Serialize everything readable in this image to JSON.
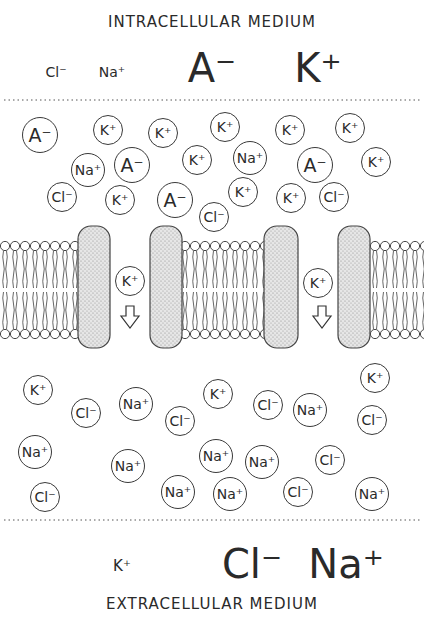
{
  "diagram": {
    "nodes": [
      {
        "text": [
          "A⁻"
        ]
      },
      {
        "text": [
          "K⁺"
        ]
      },
      {
        "text": [
          "K⁺"
        ]
      },
      {
        "text": [
          "K⁺"
        ]
      },
      {
        "text": [
          "K⁺"
        ]
      },
      {
        "text": [
          "K⁺"
        ]
      },
      {
        "text": [
          "Na⁺"
        ]
      },
      {
        "text": [
          "A⁻"
        ]
      },
      {
        "text": [
          "K⁺"
        ]
      },
      {
        "text": [
          "Na⁺"
        ]
      },
      {
        "text": [
          "A⁻"
        ]
      },
      {
        "text": [
          "K⁺"
        ]
      },
      {
        "text": [
          "Cl⁻"
        ]
      },
      {
        "text": [
          "K⁺"
        ]
      },
      {
        "text": [
          "A⁻"
        ]
      },
      {
        "text": [
          "Cl⁻"
        ]
      },
      {
        "text": [
          "K⁺"
        ]
      },
      {
        "text": [
          "K⁺"
        ]
      },
      {
        "text": [
          "Cl⁻"
        ]
      },
      {
        "text": [
          "K⁺"
        ]
      },
      {
        "text": [
          "K⁺"
        ]
      },
      {
        "text": [
          "K⁺"
        ]
      },
      {
        "text": [
          "K⁺"
        ]
      },
      {
        "text": [
          "Cl⁻"
        ]
      },
      {
        "text": [
          "Na⁺"
        ]
      },
      {
        "text": [
          "Cl⁻"
        ]
      },
      {
        "text": [
          "K⁺"
        ]
      },
      {
        "text": [
          "Cl⁻"
        ]
      },
      {
        "text": [
          "Na⁺"
        ]
      },
      {
        "text": [
          "Cl⁻"
        ]
      },
      {
        "text": [
          "Na⁺"
        ]
      },
      {
        "text": [
          "Na⁺"
        ]
      },
      {
        "text": [
          "Na⁺"
        ]
      },
      {
        "text": [
          "Na⁺"
        ]
      },
      {
        "text": [
          "Cl⁻"
        ]
      },
      {
        "text": [
          "Cl⁻"
        ]
      },
      {
        "text": [
          "Na⁺"
        ]
      },
      {
        "text": [
          "Na⁺"
        ]
      },
      {
        "text": [
          "Cl⁻"
        ]
      },
      {
        "text": [
          "Na⁺"
        ]
      }
    ],
    "labels": [
      "INTRACELLULAR MEDIUM",
      "Cl⁻",
      "Na⁺",
      "A⁻",
      "K⁺",
      "K⁺",
      "Cl⁻",
      "Na⁺",
      "EXTRACELLULAR MEDIUM"
    ]
  }
}
